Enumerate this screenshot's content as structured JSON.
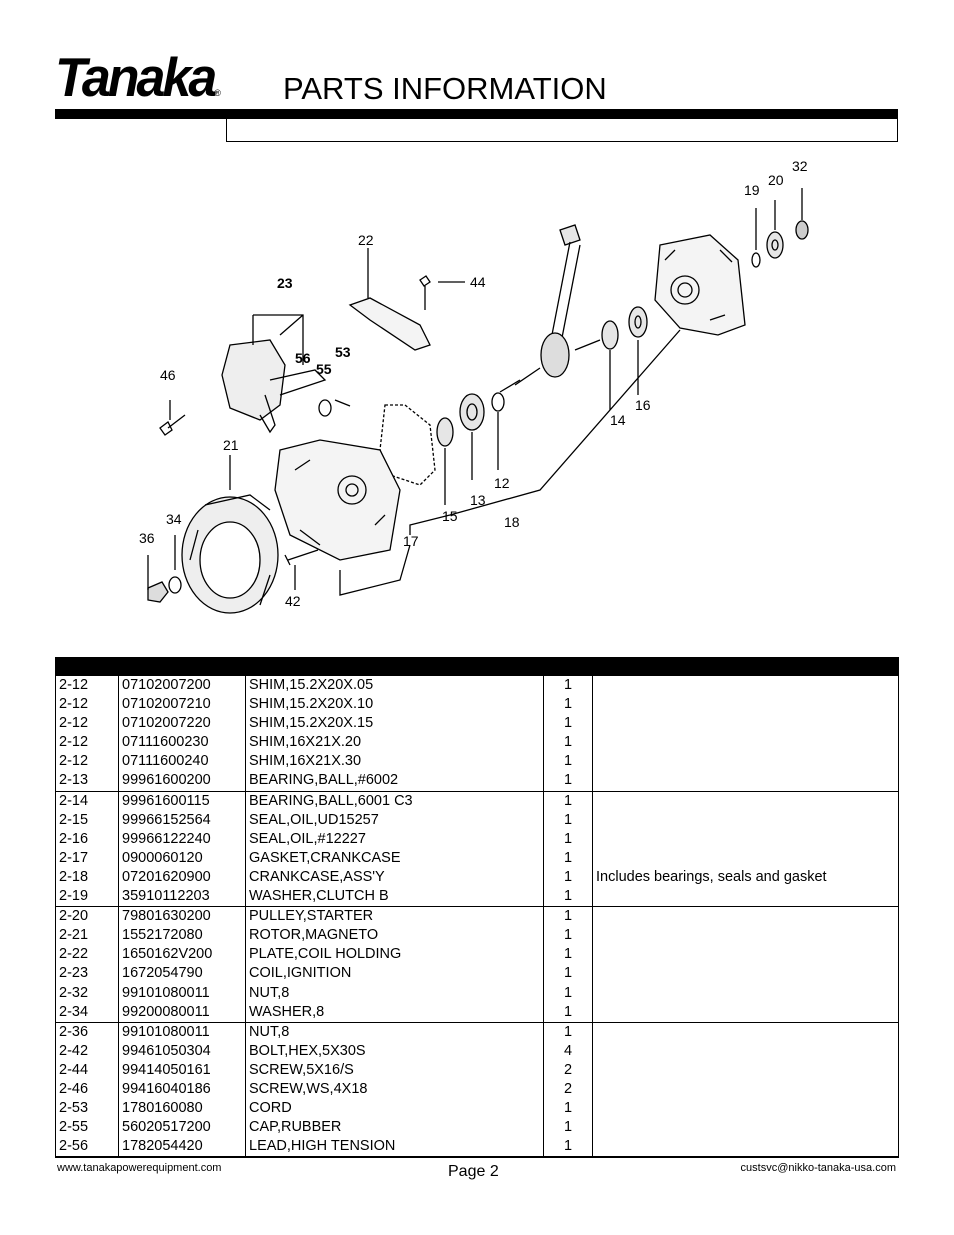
{
  "header": {
    "brand": "Tanaka",
    "registered": "®",
    "title": "PARTS INFORMATION"
  },
  "diagram": {
    "callouts": [
      "32",
      "19",
      "20",
      "22",
      "44",
      "23",
      "56",
      "53",
      "55",
      "46",
      "21",
      "14",
      "16",
      "12",
      "13",
      "15",
      "18",
      "17",
      "34",
      "36",
      "42"
    ]
  },
  "parts": [
    [
      {
        "ref": "2-12",
        "part": "07102007200",
        "desc": "SHIM,15.2X20X.05",
        "qty": "1",
        "note": ""
      },
      {
        "ref": "2-12",
        "part": "07102007210",
        "desc": "SHIM,15.2X20X.10",
        "qty": "1",
        "note": ""
      },
      {
        "ref": "2-12",
        "part": "07102007220",
        "desc": "SHIM,15.2X20X.15",
        "qty": "1",
        "note": ""
      },
      {
        "ref": "2-12",
        "part": "07111600230",
        "desc": "SHIM,16X21X.20",
        "qty": "1",
        "note": ""
      },
      {
        "ref": "2-12",
        "part": "07111600240",
        "desc": "SHIM,16X21X.30",
        "qty": "1",
        "note": ""
      },
      {
        "ref": "2-13",
        "part": "99961600200",
        "desc": "BEARING,BALL,#6002",
        "qty": "1",
        "note": ""
      }
    ],
    [
      {
        "ref": "2-14",
        "part": "99961600115",
        "desc": "BEARING,BALL,6001 C3",
        "qty": "1",
        "note": ""
      },
      {
        "ref": "2-15",
        "part": "99966152564",
        "desc": "SEAL,OIL,UD15257",
        "qty": "1",
        "note": ""
      },
      {
        "ref": "2-16",
        "part": "99966122240",
        "desc": "SEAL,OIL,#12227",
        "qty": "1",
        "note": ""
      },
      {
        "ref": "2-17",
        "part": "0900060120",
        "desc": "GASKET,CRANKCASE",
        "qty": "1",
        "note": ""
      },
      {
        "ref": "2-18",
        "part": "07201620900",
        "desc": "CRANKCASE,ASS'Y",
        "qty": "1",
        "note": "Includes bearings, seals and gasket"
      },
      {
        "ref": "2-19",
        "part": "35910112203",
        "desc": "WASHER,CLUTCH B",
        "qty": "1",
        "note": ""
      }
    ],
    [
      {
        "ref": "2-20",
        "part": "79801630200",
        "desc": "PULLEY,STARTER",
        "qty": "1",
        "note": ""
      },
      {
        "ref": "2-21",
        "part": "1552172080",
        "desc": "ROTOR,MAGNETO",
        "qty": "1",
        "note": ""
      },
      {
        "ref": "2-22",
        "part": "1650162V200",
        "desc": "PLATE,COIL HOLDING",
        "qty": "1",
        "note": ""
      },
      {
        "ref": "2-23",
        "part": "1672054790",
        "desc": "COIL,IGNITION",
        "qty": "1",
        "note": ""
      },
      {
        "ref": "2-32",
        "part": "99101080011",
        "desc": "NUT,8",
        "qty": "1",
        "note": ""
      },
      {
        "ref": "2-34",
        "part": "99200080011",
        "desc": "WASHER,8",
        "qty": "1",
        "note": ""
      }
    ],
    [
      {
        "ref": "2-36",
        "part": "99101080011",
        "desc": "NUT,8",
        "qty": "1",
        "note": ""
      },
      {
        "ref": "2-42",
        "part": "99461050304",
        "desc": "BOLT,HEX,5X30S",
        "qty": "4",
        "note": ""
      },
      {
        "ref": "2-44",
        "part": "99414050161",
        "desc": "SCREW,5X16/S",
        "qty": "2",
        "note": ""
      },
      {
        "ref": "2-46",
        "part": "99416040186",
        "desc": "SCREW,WS,4X18",
        "qty": "2",
        "note": ""
      },
      {
        "ref": "2-53",
        "part": "1780160080",
        "desc": "CORD",
        "qty": "1",
        "note": ""
      },
      {
        "ref": "2-55",
        "part": "56020517200",
        "desc": "CAP,RUBBER",
        "qty": "1",
        "note": ""
      },
      {
        "ref": "2-56",
        "part": "1782054420",
        "desc": "LEAD,HIGH TENSION",
        "qty": "1",
        "note": ""
      }
    ]
  ],
  "footer": {
    "website": "www.tanakapowerequipment.com",
    "page": "Page 2",
    "email": "custsvc@nikko-tanaka-usa.com"
  }
}
